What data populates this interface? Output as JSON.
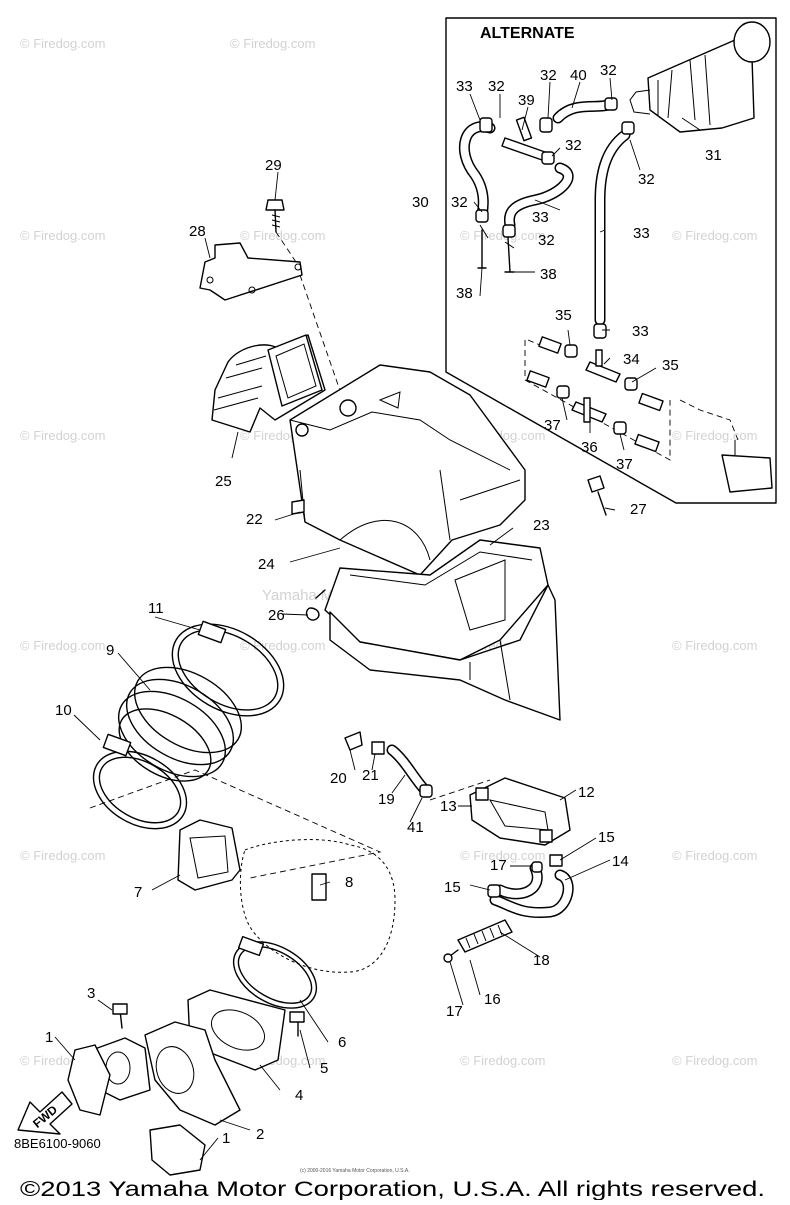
{
  "alternate_box": {
    "title": "ALTERNATE"
  },
  "diagram_code": "8BE6100-9060",
  "copyright": "©2013 Yamaha Motor Corporation, U.S.A. All rights reserved.",
  "center_watermark": "Yamaha Motor Corp. U.S.A.",
  "tiny_footer": "(c) 2000-2016 Yamaha Motor Corporation, U.S.A.",
  "fwd_label": "FWD",
  "watermarks": [
    "© Firedog.com",
    "© Firedog.com",
    "© Firedog.com",
    "© Firedog.com",
    "© Firedog.com",
    "© Firedog.com",
    "© Firedog.com",
    "© Firedog.com",
    "© Firedog.com",
    "© Firedog.com",
    "© Firedog.com",
    "© Firedog.com",
    "© Firedog.com",
    "© Firedog.com",
    "© Firedog.com",
    "© Firedog.com",
    "© Firedog.com",
    "© Firedog.com",
    "© Firedog.com",
    "© Firedog.com",
    "© Firedog.com"
  ],
  "callouts": [
    "1",
    "1",
    "2",
    "3",
    "4",
    "5",
    "6",
    "7",
    "8",
    "9",
    "10",
    "11",
    "12",
    "13",
    "14",
    "15",
    "15",
    "16",
    "17",
    "17",
    "18",
    "19",
    "20",
    "21",
    "22",
    "23",
    "24",
    "25",
    "26",
    "27",
    "28",
    "29",
    "30",
    "31",
    "32",
    "32",
    "32",
    "32",
    "32",
    "32",
    "32",
    "33",
    "33",
    "33",
    "33",
    "34",
    "35",
    "35",
    "36",
    "37",
    "37",
    "38",
    "38",
    "39",
    "40",
    "41"
  ]
}
